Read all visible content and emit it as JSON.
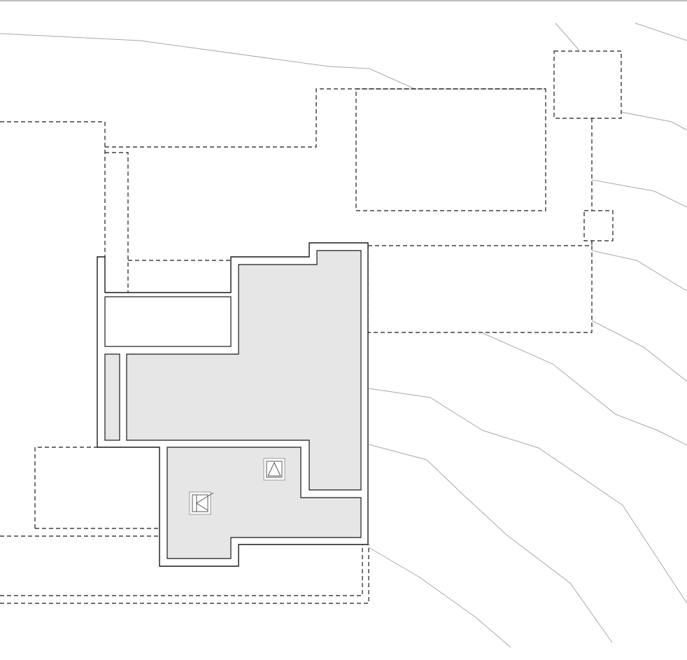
{
  "drawing": {
    "type": "roof-site-plan",
    "layers": [
      "terrain-contours",
      "dashed-outlines",
      "building-walls",
      "roof-surface",
      "skylights"
    ]
  },
  "colors": {
    "roof_fill": "#e6e6e6",
    "wall_stroke": "#1a1a1a",
    "contour_stroke": "#a8a8a8",
    "background": "#ffffff"
  },
  "skylights": [
    {
      "name": "skylight-triangle",
      "symbol": "triangle"
    },
    {
      "name": "skylight-wedge",
      "symbol": "wedge"
    }
  ]
}
